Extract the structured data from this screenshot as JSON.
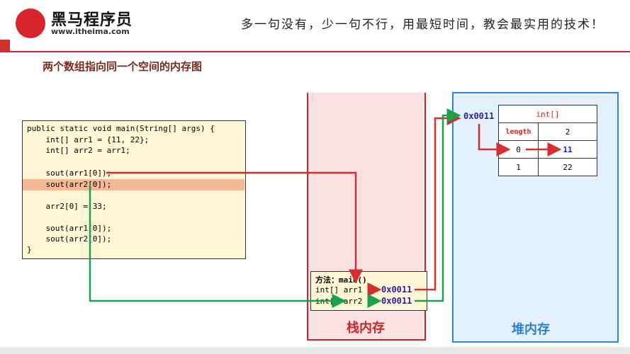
{
  "header": {
    "brand_name": "黑马程序员",
    "brand_url": "www.itheima.com",
    "slogan": "多一句没有，少一句不行，用最短时间，教会最实用的技术！"
  },
  "slide": {
    "title": "两个数组指向同一个空间的内存图"
  },
  "code": {
    "line1": "public static void main(String[] args) {",
    "line2": "    int[] arr1 = {11, 22};",
    "line3": "    int[] arr2 = arr1;",
    "line4": "    sout(arr1[0]);",
    "line5": "    sout(arr2[0]);",
    "line6": "    arr2[0] = 33;",
    "line7": "    sout(arr1[0]);",
    "line8": "    sout(arr2[0]);",
    "line9": "}"
  },
  "stack": {
    "label": "栈内存",
    "method_header": "方法：main()",
    "var1_name": "int[] arr1",
    "var1_value": "0x0011",
    "var2_name": "int[] arr2",
    "var2_value": "0x0011"
  },
  "heap": {
    "label": "堆内存",
    "address": "0x0011",
    "table_header": "int[]",
    "length_label": "length",
    "length_value": "2",
    "rows": [
      {
        "index": "0",
        "value": "11"
      },
      {
        "index": "1",
        "value": "22"
      }
    ]
  },
  "colors": {
    "arrow_red": "#d32f2f",
    "arrow_green": "#1aa24a",
    "stack_border": "#c62828",
    "heap_border": "#2f86d6"
  }
}
